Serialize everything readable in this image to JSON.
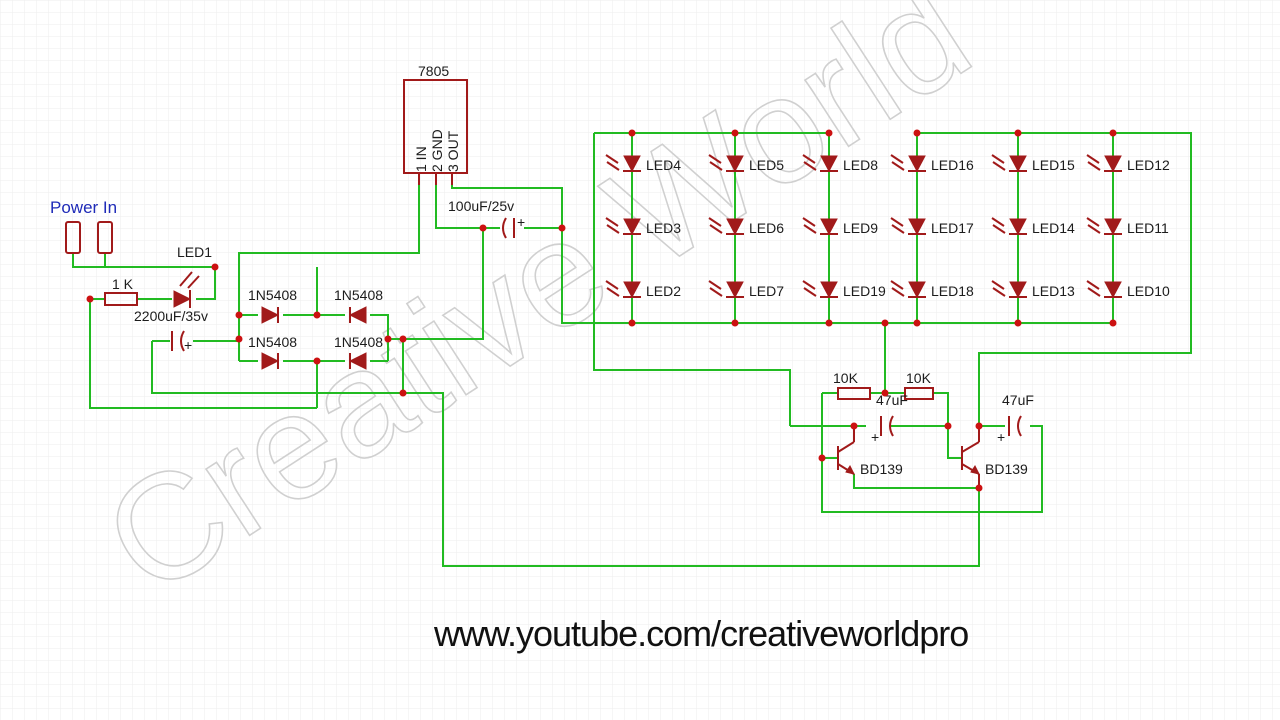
{
  "regulator": {
    "name": "7805",
    "pins": [
      "1 IN",
      "2 GND",
      "3 OUT"
    ]
  },
  "power_in": {
    "label": "Power In"
  },
  "resistor_1k": {
    "label": "1 K"
  },
  "led1": {
    "label": "LED1"
  },
  "cap_input": {
    "label": "2200uF/35v"
  },
  "cap_output": {
    "label": "100uF/25v"
  },
  "diodes": {
    "labels": [
      "1N5408",
      "1N5408",
      "1N5408",
      "1N5408"
    ]
  },
  "led_matrix": {
    "columns": [
      [
        "LED4",
        "LED3",
        "LED2"
      ],
      [
        "LED5",
        "LED6",
        "LED7"
      ],
      [
        "LED8",
        "LED9",
        "LED19"
      ],
      [
        "LED16",
        "LED17",
        "LED18"
      ],
      [
        "LED15",
        "LED14",
        "LED13"
      ],
      [
        "LED12",
        "LED11",
        "LED10"
      ]
    ]
  },
  "flasher": {
    "resistors": [
      "10K",
      "10K"
    ],
    "capacitors": [
      "47uF",
      "47uF"
    ],
    "transistors": [
      "BD139",
      "BD139"
    ]
  },
  "watermark": "Creative World",
  "footer_url": "www.youtube.com/creativeworldpro",
  "colors": {
    "wire": "#22bb22",
    "component": "#a11a1a",
    "junction": "#cc1111",
    "grid": "#eeeeee",
    "label_blue": "#1f2bb8"
  }
}
